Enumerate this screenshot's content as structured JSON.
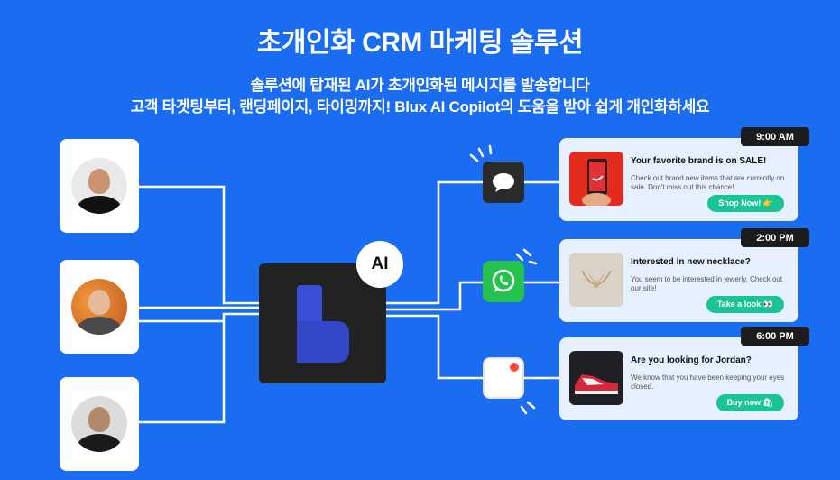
{
  "header": {
    "title": "초개인화 CRM 마케팅 솔루션",
    "subtitle_line1": "솔루션에 탑재된 AI가 초개인화된 메시지를 발송합니다",
    "subtitle_line2": "고객 타겟팅부터, 랜딩페이지, 타이밍까지! Blux AI Copilot의 도움을 받아 쉽게 개인화하세요"
  },
  "center": {
    "ai_label": "AI"
  },
  "messages": [
    {
      "time": "9:00 AM",
      "headline": "Your favorite brand is on SALE!",
      "body": "Check out brand new items that are currently on sale. Don't miss out this chance!",
      "button": "Shop Now! 👉"
    },
    {
      "time": "2:00 PM",
      "headline": "Interested in new necklace?",
      "body": "You seem to be interested in jewerly. Check out our site!",
      "button": "Take a look 👀"
    },
    {
      "time": "6:00 PM",
      "headline": "Are you looking for Jordan?",
      "body": "We know that you have been keeping your eyes closed.",
      "button": "Buy now 🛍"
    }
  ],
  "icons": {
    "channel_1": "chat-bubble-icon",
    "channel_2": "whatsapp-icon",
    "channel_3": "app-notification-icon"
  },
  "colors": {
    "background": "#1a6cf0",
    "button": "#19c495",
    "card": "#e6f0ff",
    "logo": "#3a4fd8"
  }
}
